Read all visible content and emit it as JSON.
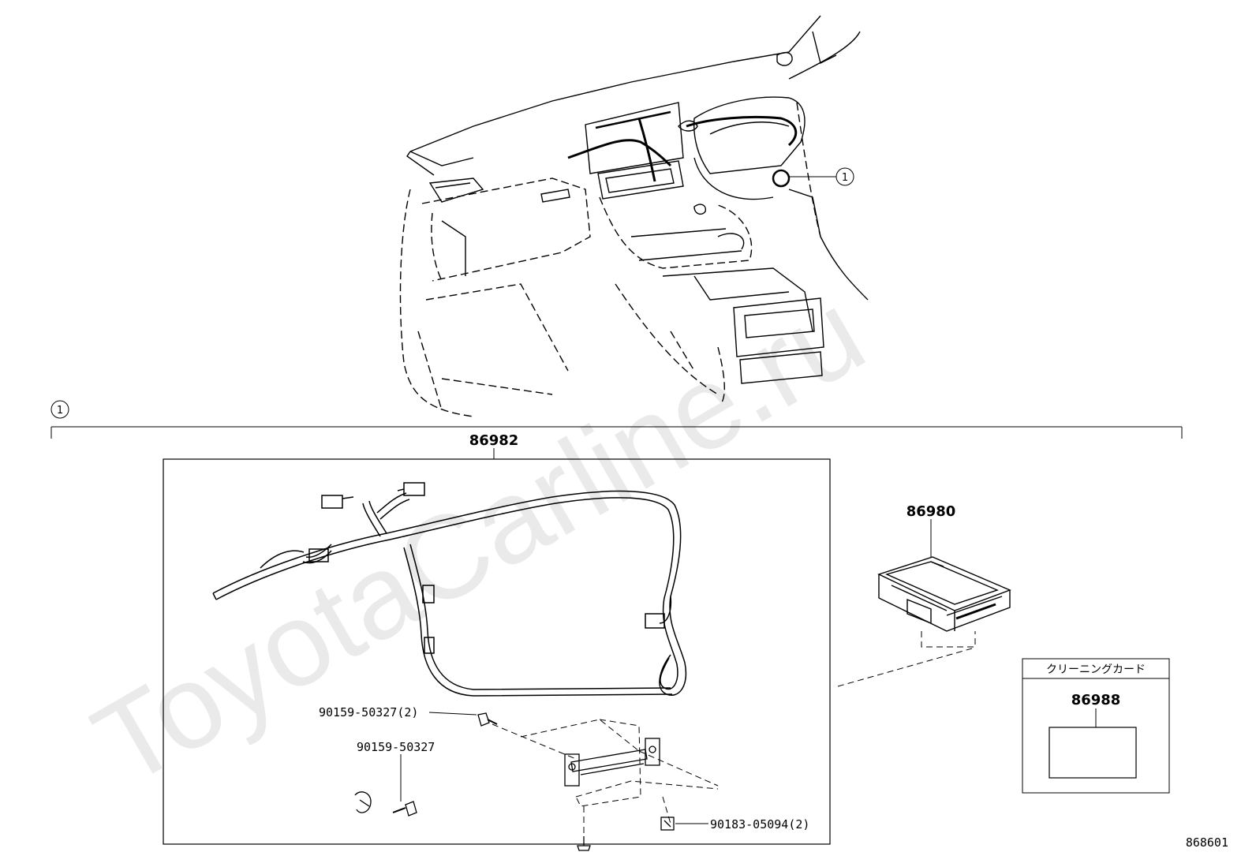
{
  "watermark": "ToyotaCarline.ru",
  "diagram_code": "868601",
  "callout_ref": "1",
  "assembly": {
    "part_number": "86982"
  },
  "module": {
    "part_number": "86980"
  },
  "cleaning_card": {
    "title": "クリーニングカード",
    "part_number": "86988"
  },
  "fasteners": [
    {
      "label": "90159-50327(2)"
    },
    {
      "label": "90159-50327"
    },
    {
      "label": "90183-05094(2)"
    }
  ]
}
